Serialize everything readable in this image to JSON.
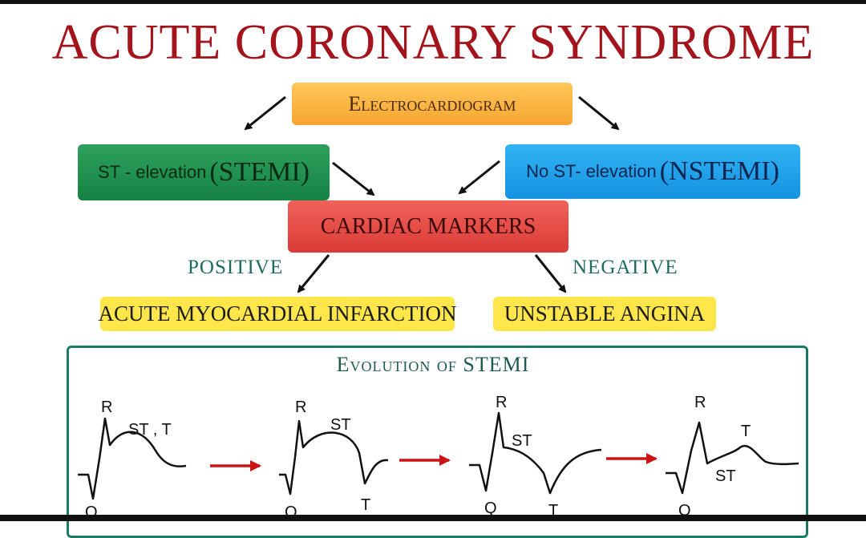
{
  "title": "ACUTE CORONARY SYNDROME",
  "nodes": {
    "ecg": "Electrocardiogram",
    "stemi": {
      "prefix": "ST - elevation",
      "suffix": "(STEMI)"
    },
    "nstemi": {
      "prefix": "No ST- elevation",
      "suffix": "(NSTEMI)"
    },
    "markers": "CARDIAC MARKERS",
    "ami": "ACUTE MYOCARDIAL INFARCTION",
    "ua": "UNSTABLE ANGINA"
  },
  "edge_labels": {
    "positive": "POSITIVE",
    "negative": "NEGATIVE"
  },
  "evolution": {
    "title": "Evolution of STEMI",
    "waves": [
      {
        "r": "R",
        "st": "ST , T",
        "q": "Q"
      },
      {
        "r": "R",
        "st": "ST",
        "t": "T",
        "q": "Q"
      },
      {
        "r": "R",
        "st": "ST",
        "t": "T",
        "q": "Q"
      },
      {
        "r": "R",
        "t": "T",
        "st": "ST",
        "q": "Q"
      }
    ]
  },
  "colors": {
    "title": "#a3141c",
    "ecg": "#f7a530",
    "stemi": "#158343",
    "nstemi": "#1592e0",
    "markers": "#db3b36",
    "outcome": "#ffe64a",
    "panel": "#1c7a64",
    "evolution_arrow": "#cc1414"
  }
}
